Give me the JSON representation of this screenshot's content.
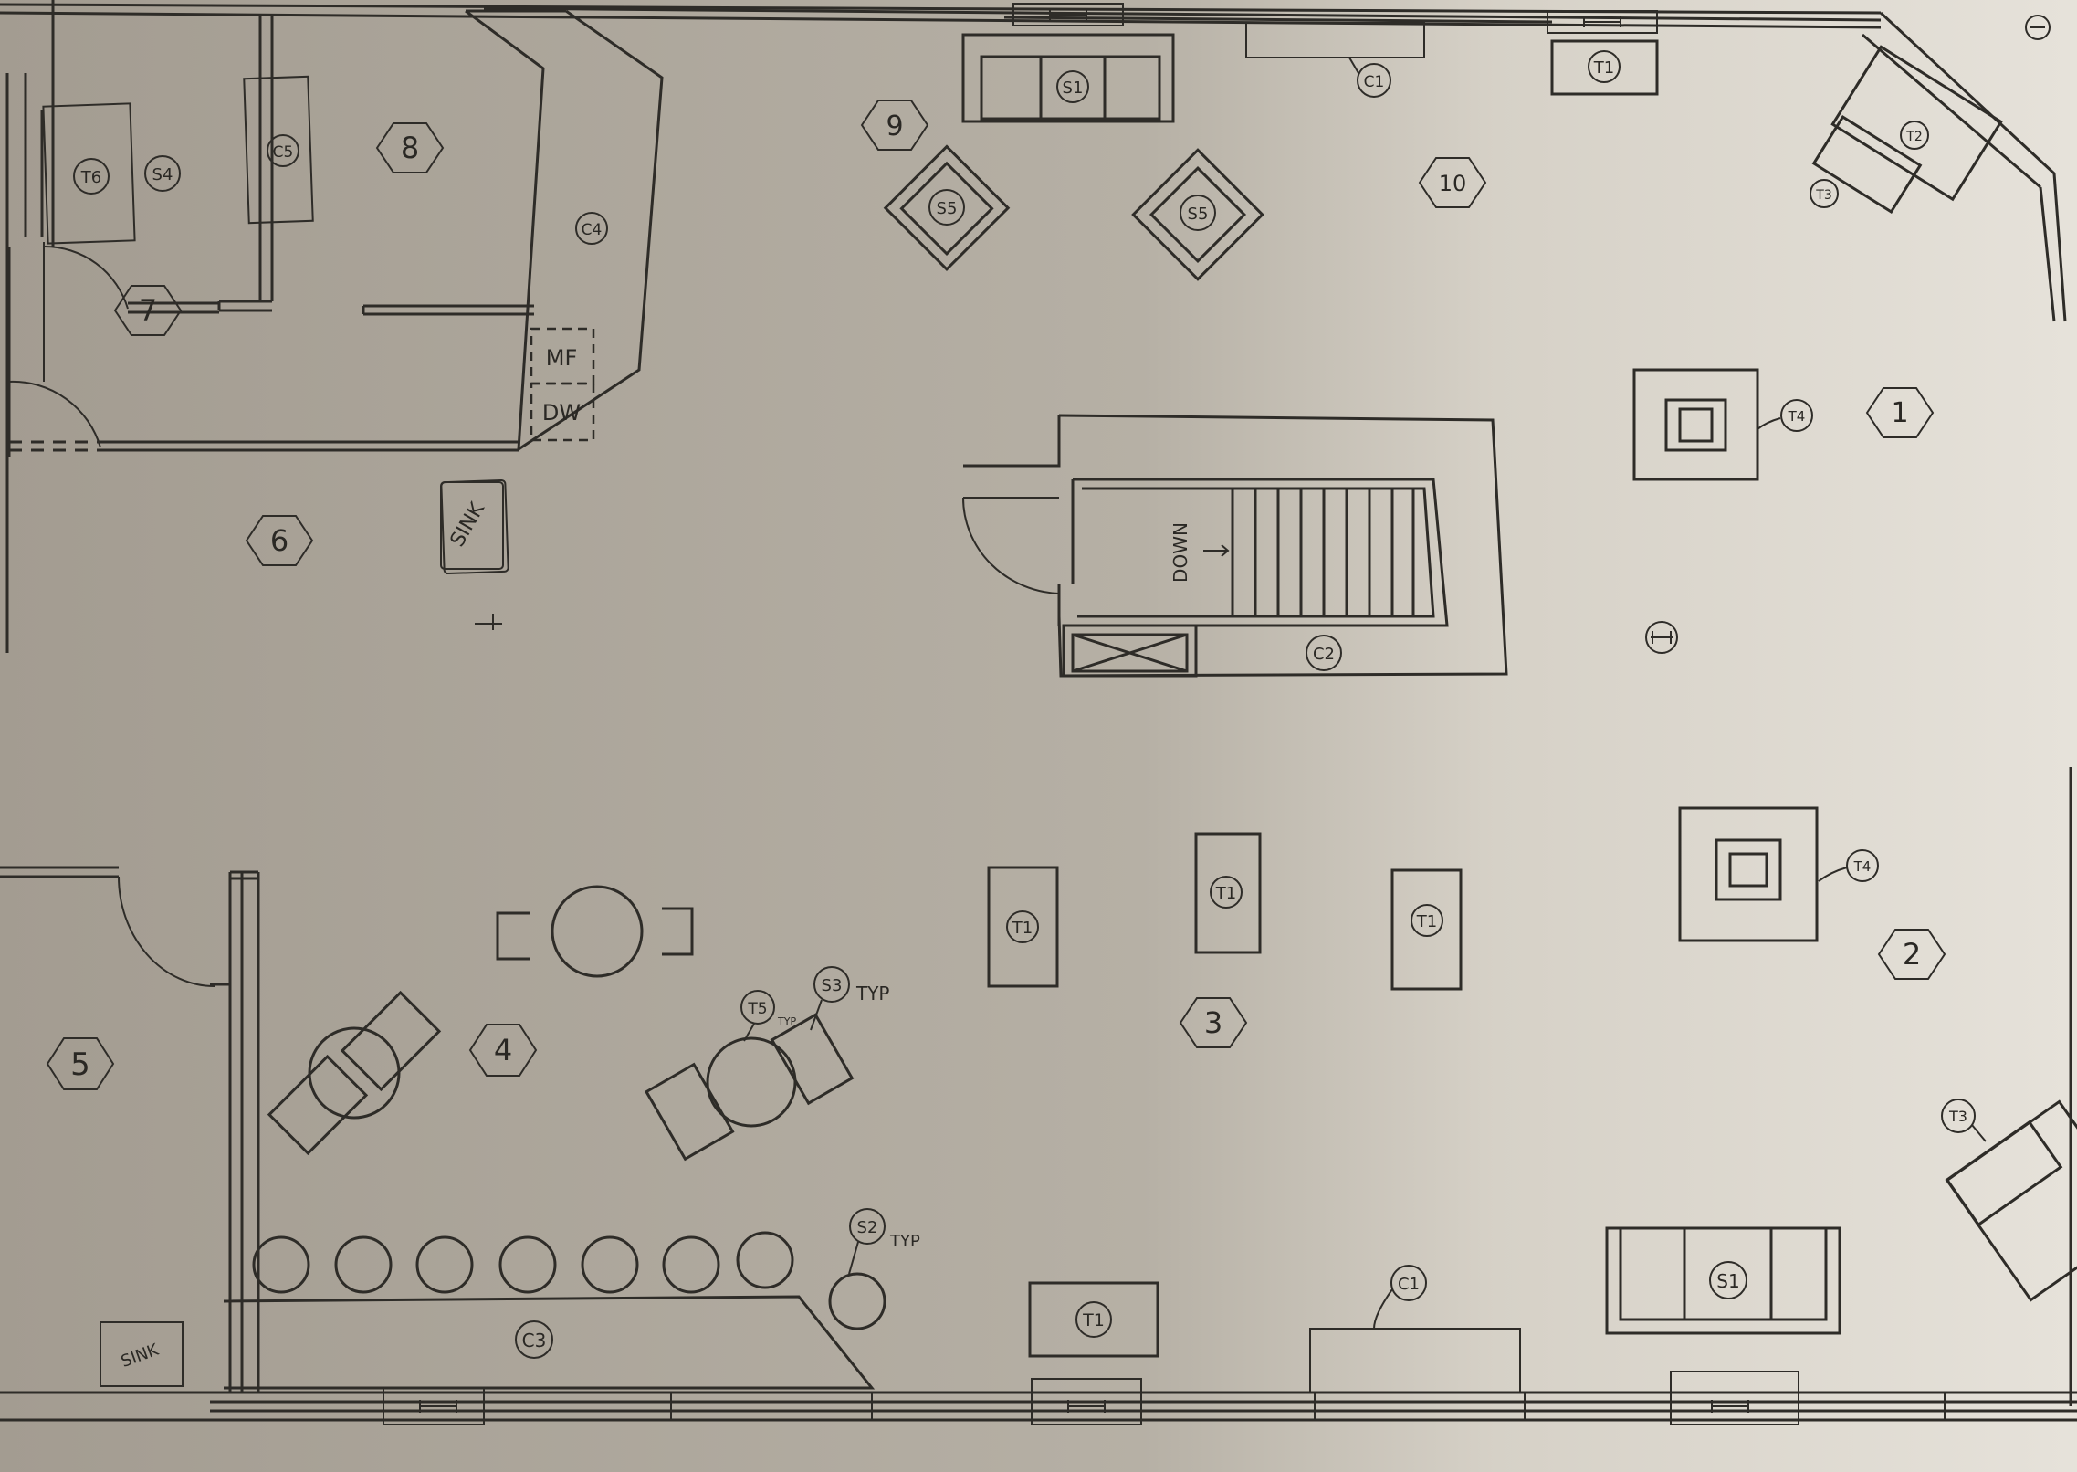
{
  "rooms": {
    "r1": "1",
    "r2": "2",
    "r3": "3",
    "r4": "4",
    "r5": "5",
    "r6": "6",
    "r7": "7",
    "r8": "8",
    "r9": "9",
    "r10": "10"
  },
  "tags": {
    "s1": "S1",
    "s2": "S2",
    "s3": "S3",
    "s4": "S4",
    "s5": "S5",
    "t1": "T1",
    "t2": "T2",
    "t3": "T3",
    "t4": "T4",
    "t5": "T5",
    "t6": "T6",
    "c1": "C1",
    "c2": "C2",
    "c3": "C3",
    "c4": "C4",
    "c5": "C5",
    "typ": "TYP"
  },
  "labels": {
    "mf": "MF",
    "dw": "DW",
    "sink": "SINK",
    "down": "DOWN"
  }
}
